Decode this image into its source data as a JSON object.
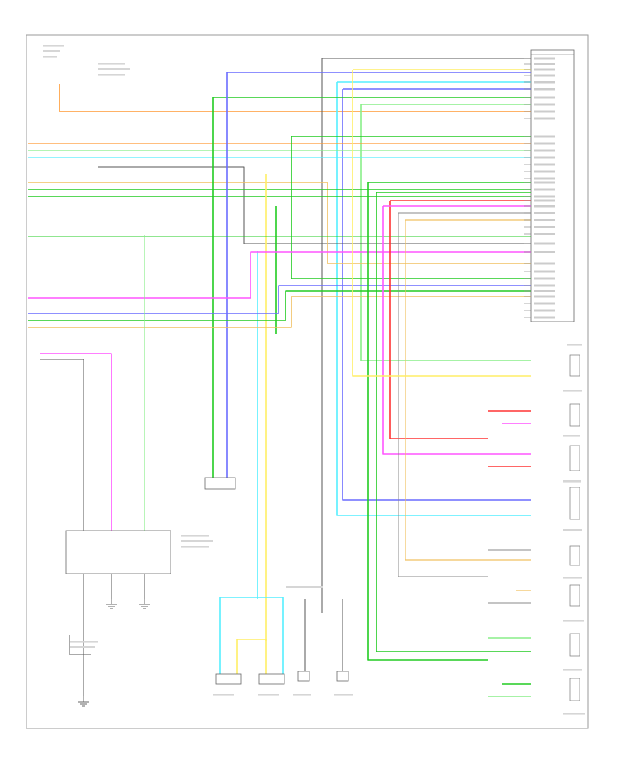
{
  "diagram": {
    "footer_code": "",
    "colors": {
      "orange": "#ff9933",
      "blue": "#6a6cff",
      "green": "#22cc22",
      "light_green": "#88ee88",
      "cyan": "#55eeff",
      "yellow": "#ffee66",
      "tan": "#f0c060",
      "magenta": "#ff55ff",
      "red": "#ff3333",
      "gray": "#888888",
      "dark": "#555555"
    },
    "components": [
      {
        "id": "radio-connector",
        "label": ""
      },
      {
        "id": "module-box",
        "label": ""
      },
      {
        "id": "left-speaker",
        "label": ""
      },
      {
        "id": "right-speaker",
        "label": ""
      }
    ]
  }
}
